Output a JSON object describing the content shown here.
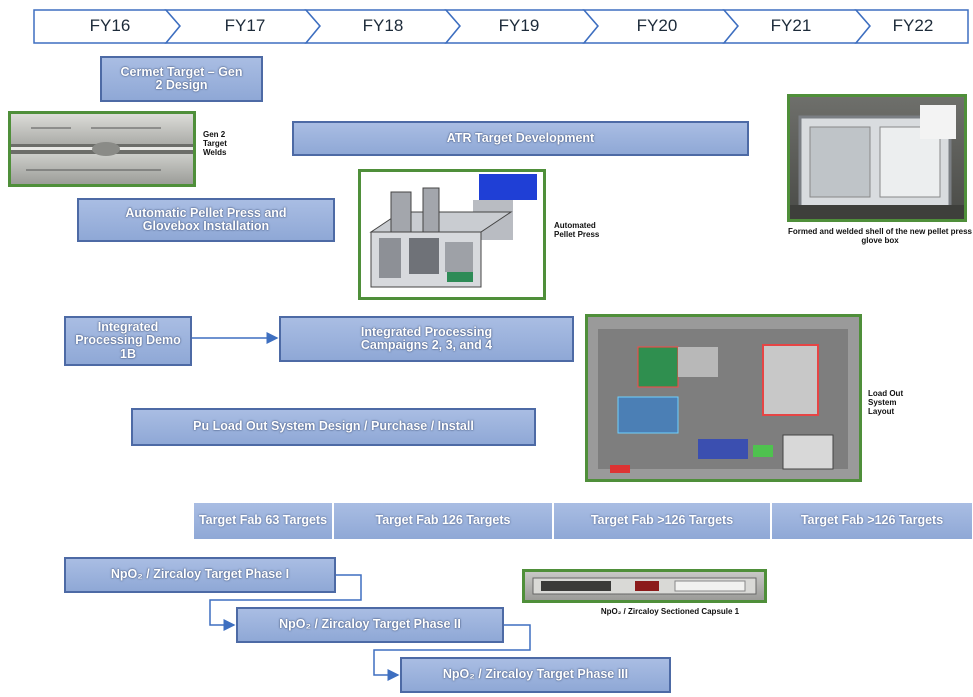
{
  "timeline": {
    "years": [
      "FY16",
      "FY17",
      "FY18",
      "FY19",
      "FY20",
      "FY21",
      "FY22"
    ]
  },
  "bars": {
    "cermet": "Cermet Target – Gen 2 Design",
    "atr": "ATR Target Development",
    "pellet_press": "Automatic Pellet Press and Glovebox Installation",
    "demo1b": "Integrated Processing Demo 1B",
    "campaigns": "Integrated Processing Campaigns 2, 3, and 4",
    "pu_loadout": "Pu Load Out System Design / Purchase / Install",
    "npo2_phase1": "NpO₂ / Zircaloy Target Phase I",
    "npo2_phase2": "NpO₂ / Zircaloy Target Phase II",
    "npo2_phase3": "NpO₂ / Zircaloy Target Phase III"
  },
  "target_fab": [
    "Target Fab 63 Targets",
    "Target Fab 126 Targets",
    "Target Fab >126 Targets",
    "Target Fab >126 Targets"
  ],
  "captions": {
    "welds": "Gen 2 Target Welds",
    "press": "Automated Pellet Press",
    "glovebox": "Formed and welded shell of the new pellet press glove box",
    "loadout": "Load Out System Layout",
    "capsule": "NpO₂ / Zircaloy Sectioned Capsule 1"
  },
  "colors": {
    "bar_fill": "#9db3dd",
    "bar_border": "#4d6aa5",
    "photo_border": "#4f8f3a",
    "connector": "#3e6fc0"
  }
}
